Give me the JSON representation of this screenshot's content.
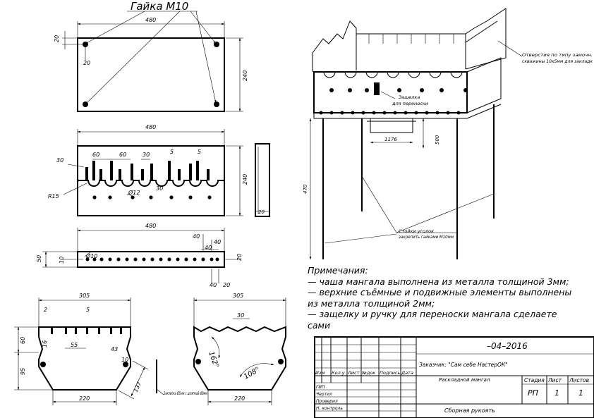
{
  "title_nut": "Гайка М10",
  "top_plate": {
    "width": "480",
    "height": "240",
    "offset_x": "20",
    "offset_y": "20"
  },
  "front_plate": {
    "width": "480",
    "height": "240",
    "slot_spacing_a": "60",
    "slot_spacing_b": "60",
    "slot_spacing_c": "30",
    "slot_width_a": "5",
    "slot_width_b": "5",
    "slot_depth": "30",
    "radius": "R15",
    "hole_dia": "Ø12",
    "hole_depth": "30"
  },
  "side_strip": {
    "width": "20"
  },
  "bottom_plate": {
    "width": "480",
    "height": "50",
    "hole_dia": "Ø10",
    "left_offset": "10",
    "d40a": "40",
    "d40b": "40",
    "d40c": "40",
    "d20a": "20",
    "d20b": "20"
  },
  "trap_left": {
    "top": "305",
    "bottom": "220",
    "d2": "2",
    "d5": "5",
    "d55": "55",
    "d60": "60",
    "d95": "95",
    "d16": "16",
    "d43": "43",
    "d10": "10",
    "d137": "137"
  },
  "trap_right": {
    "top": "305",
    "bottom": "220",
    "d30": "30",
    "angle1": "162°",
    "angle2": "108°"
  },
  "handle_label": "Заклепка Ø5мм с шляпкой Ø8мм",
  "iso": {
    "hole_label_1": "Отверстия по типу замочн.",
    "hole_label_2": "скважины 10х5мм для закладк",
    "latch_label_1": "Защелка",
    "latch_label_2": "для переноски",
    "dim_1176": "1176",
    "dim_500": "500",
    "dim_470": "470",
    "legs_label_1": "Стойки уголок",
    "legs_label_2": "закрепить гайками М10мм"
  },
  "notes": {
    "heading": "Примечания:",
    "lines": [
      "—  чаша мангала выполнена из металла толщиной 3мм;",
      "—  верхние съёмные и подвижные элементы выполнены",
      "из металла толщиной 2мм;",
      "—  защелку и ручку для переноски мангала сделаете",
      "сами"
    ]
  },
  "title_block": {
    "date": "–04–2016",
    "customer": "Заказчик: \"Сам себе НастерОК\"",
    "header_cells": [
      "Изм",
      "Кол.у",
      "Лист",
      "№док",
      "Подпись",
      "Дата"
    ],
    "row_labels": [
      "ГИП",
      "Чертил",
      "Проверил",
      "Н. контроль"
    ],
    "product": "Раскладной мангал",
    "assembly": "Сборная рукоять",
    "stage_label": "Стадия",
    "sheet_label": "Лист",
    "sheets_label": "Листов",
    "stage": "РП",
    "sheet": "1",
    "sheets": "1"
  }
}
